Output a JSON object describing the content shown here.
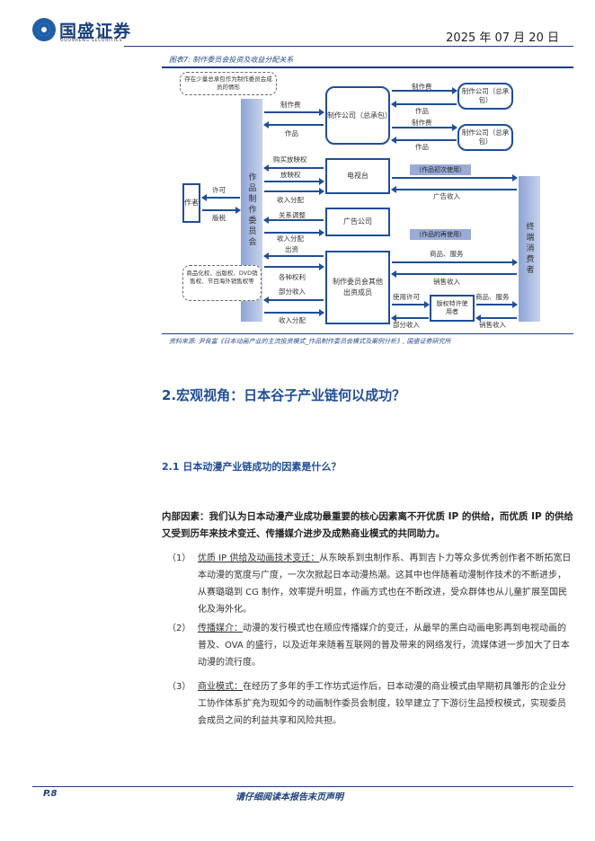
{
  "header": {
    "logo_cn": "国盛证券",
    "logo_en": "GUOSHENG SECURITIES",
    "date": "2025 年 07 月 20 日"
  },
  "figure": {
    "caption": "图表7: 制作委员会投资及收益分配关系",
    "source": "资料来源: 尹良富《日本动画产业的主流投资模式_作品制作委员会模式及案例分析》, 国盛证券研究所",
    "nodes": {
      "committee": "作品制作委员会",
      "author": "作者",
      "prod_main": "制作公司（总承包）",
      "prod_sub1": "制作公司（总承包）",
      "prod_sub2": "制作公司（总承包）",
      "tv": "电视台",
      "ad": "广告公司",
      "members": "制作委员会其他出资成员",
      "licensee": "版权特许使用者",
      "consumer": "终端消费者"
    },
    "callouts": {
      "top": "存在少量总承包作为制作委员会成员的情形",
      "bottom": "商品化权、出版权、DVD销售权、节目海外销售权等"
    },
    "tags": {
      "first_use": "（作品初次使用）",
      "reuse": "（作品的再使用）"
    },
    "labels": {
      "prod_fee_a": "制作费",
      "work_a": "作品",
      "prod_fee_b": "制作费",
      "work_b": "作品",
      "prod_fee_c": "制作费",
      "work_c": "作品",
      "buy_rights": "购买放映权",
      "broadcast_rights": "放映权",
      "income_dist_tv": "收入分配",
      "license": "许可",
      "royalty": "版税",
      "relations": "关系调整",
      "income_dist_ad": "收入分配",
      "invest": "出资",
      "rights": "各种权利",
      "partial_income": "部分收入",
      "income_dist_m": "收入分配",
      "ad_income": "广告收入",
      "goods_services": "商品、服务",
      "sales_income": "销售收入",
      "use_license": "使用许可",
      "partial_income2": "部分收入",
      "goods_services2": "商品、服务",
      "sales_income2": "销售收入"
    }
  },
  "section": {
    "h1": "2.宏观视角：日本谷子产业链何以成功？",
    "h2": "2.1 日本动漫产业链成功的因素是什么？",
    "intro": "内部因素：我们认为日本动漫产业成功最重要的核心因素离不开优质 IP 的供给，而优质 IP 的供给又受到历年来技术变迁、传播媒介进步及成熟商业模式的共同助力。",
    "items": [
      {
        "num": "（1）",
        "keyword": "优质 IP 供给及动画技术变迁：",
        "text": "从东映系到虫制作系、再到吉卜力等众多优秀创作者不断拓宽日本动漫的宽度与广度，一次次掀起日本动漫热潮。这其中也伴随着动漫制作技术的不断进步，从赛璐璐到 CG 制作，效率提升明显，作画方式也在不断改进，受众群体也从儿童扩展至国民化及海外化。"
      },
      {
        "num": "（2）",
        "keyword": "传播媒介：",
        "text": "动漫的发行模式也在顺应传播媒介的变迁，从最早的黑白动画电影再到电视动画的普及、OVA 的盛行，以及近年来随着互联网的普及带来的网络发行，流媒体进一步加大了日本动漫的流行度。"
      },
      {
        "num": "（3）",
        "keyword": "商业模式：",
        "text": "在经历了多年的手工作坊式运作后，日本动漫的商业模式由早期初具雏形的企业分工协作体系扩充为现如今的动画制作委员会制度，较早建立了下游衍生品授权模式，实现委员会成员之间的利益共享和风险共担。"
      }
    ]
  },
  "footer": {
    "page": "P.8",
    "disclaimer": "请仔细阅读本报告末页声明"
  }
}
